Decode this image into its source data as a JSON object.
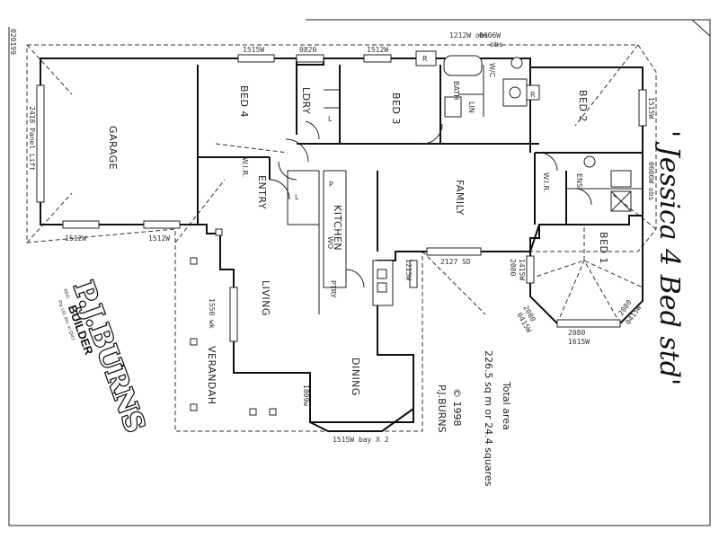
{
  "plan": {
    "title": "' Jessica 4 Bed std'",
    "total_area_label": "Total area",
    "total_area_value": "226.5 sq m or 24.4 squares",
    "copyright": "© 1998",
    "author": "P.J.BURNS",
    "plan_number": "020199"
  },
  "logo": {
    "name": "P.J.BURNS",
    "subtitle": "BUILDER",
    "fine_print": "Pty. Ltd. (Inc. in Qld.)",
    "reg": "REG."
  },
  "rooms": {
    "garage": "GARAGE",
    "bed4": "BED 4",
    "ldry": "LDRY",
    "bed3": "BED 3",
    "bath": "BATH",
    "wc": "W/C",
    "bed2": "BED 2",
    "wir1": "W.I.R.",
    "entry": "ENTRY",
    "kitchen": "KITCHEN",
    "family": "FAMILY",
    "wir2": "W.I.R.",
    "ens": "ENS",
    "bed1": "BED 1",
    "living": "LIVING",
    "verandah": "VERANDAH",
    "dining": "DINING",
    "ptry": "PTRY",
    "wo": "WO",
    "l1": "L",
    "l2": "L",
    "r1": "R",
    "r2": "R",
    "lin": "LIN",
    "p": "P"
  },
  "dimensions": {
    "d_1515w_top": "1515W",
    "d_0820": "0820",
    "d_1512w_top": "1512W",
    "d_1212w": "1212W obs",
    "d_0606w": "0606W",
    "d_0606w_obs": "obs",
    "d_1515w_right": "1515W",
    "d_0606w_right": "0606W obs",
    "d_2418": "2418 Panel Lift",
    "d_1512w_left": "1512W",
    "d_1512w_mid": "1512W",
    "d_2127": "2127 SD",
    "d_1215w": "1215W",
    "d_2080_a": "2080",
    "d_1415w": "1415W",
    "d_2080_b": "2080",
    "d_0415w_a": "0415W",
    "d_2080_c": "2080",
    "d_1615w": "1615W",
    "d_2080_d": "2080",
    "d_0415w_b": "0415W",
    "d_1550": "1550 wk",
    "d_1809": "1809w",
    "d_1515_bay": "1515W bay X 2"
  }
}
